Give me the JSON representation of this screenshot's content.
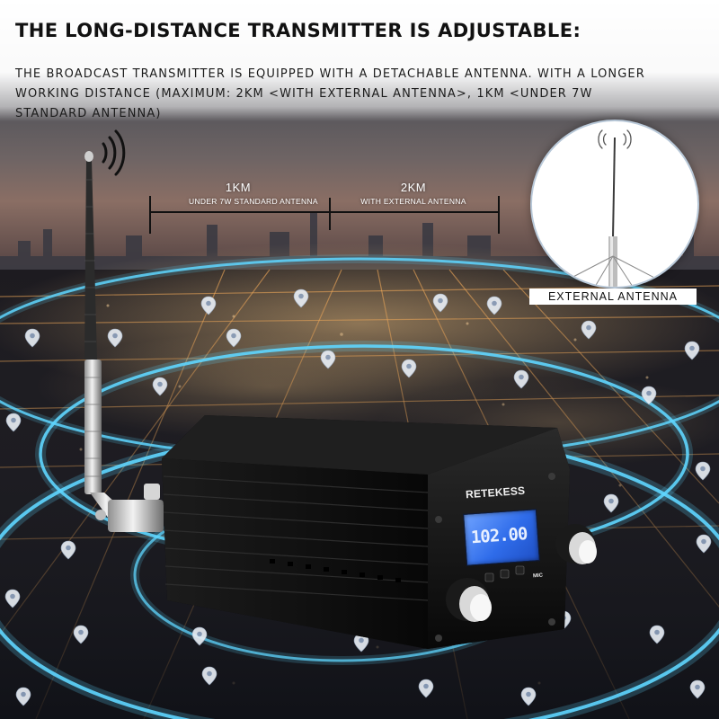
{
  "header": {
    "title": "THE LONG-DISTANCE TRANSMITTER IS ADJUSTABLE:",
    "description": "THE BROADCAST TRANSMITTER IS EQUIPPED WITH A DETACHABLE ANTENNA. WITH A LONGER WORKING DISTANCE (MAXIMUM: 2KM <WITH EXTERNAL ANTENNA>, 1KM <UNDER 7W STANDARD ANTENNA)"
  },
  "ranges": [
    {
      "distance": "1KM",
      "caption": "UNDER 7W STANDARD ANTENNA"
    },
    {
      "distance": "2KM",
      "caption": "WITH EXTERNAL ANTENNA"
    }
  ],
  "inset": {
    "label": "EXTERNAL ANTENNA"
  },
  "device": {
    "brand": "RETEKESS",
    "display": "102.00",
    "mic_label": "MIC"
  },
  "colors": {
    "ring": "#5fd6ff",
    "lcd": "#2f6cea",
    "device_body": "#141414"
  },
  "icons": [
    "signal-waves-icon",
    "location-pin-icon"
  ]
}
